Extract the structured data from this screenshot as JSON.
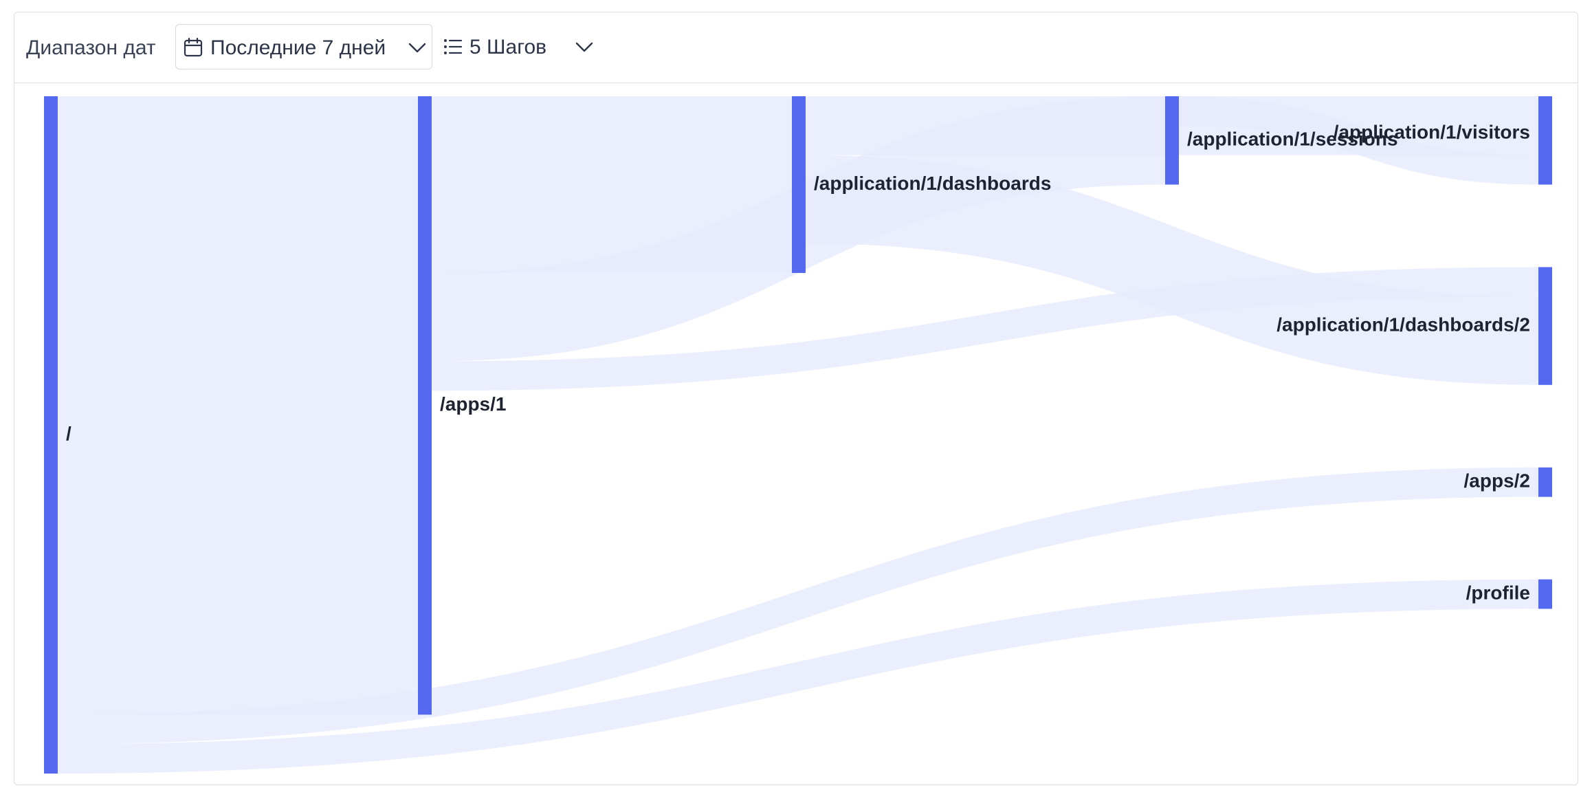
{
  "toolbar": {
    "date_range_label": "Диапазон дат",
    "date_range_value": "Последние 7 дней",
    "steps_value": "5 Шагов"
  },
  "colors": {
    "node": "#5468f0",
    "link": "#e7eafd",
    "link_dark": "#d1d7fa",
    "border": "#dcdfe4",
    "text": "#2c3448"
  },
  "icons": {
    "date_icon": "calendar-icon",
    "date_chevron": "chevron-down-icon",
    "steps_icon": "list-icon",
    "steps_chevron": "chevron-down-icon"
  },
  "chart_data": {
    "type": "sankey",
    "steps": 5,
    "nodes": [
      {
        "id": "root",
        "label": "/",
        "step": 1
      },
      {
        "id": "apps1",
        "label": "/apps/1",
        "step": 2
      },
      {
        "id": "dash",
        "label": "/application/1/dashboards",
        "step": 3
      },
      {
        "id": "sessions",
        "label": "/application/1/sessions",
        "step": 4
      },
      {
        "id": "visitors",
        "label": "/application/1/visitors",
        "step": 5
      },
      {
        "id": "dash2",
        "label": "/application/1/dashboards/2",
        "step": 5
      },
      {
        "id": "apps2",
        "label": "/apps/2",
        "step": 5
      },
      {
        "id": "profile",
        "label": "/profile",
        "step": 5
      }
    ],
    "links": [
      {
        "source": "root",
        "target": "apps1",
        "value": 21
      },
      {
        "source": "root",
        "target": "apps2",
        "value": 1
      },
      {
        "source": "root",
        "target": "profile",
        "value": 1
      },
      {
        "source": "apps1",
        "target": "dash",
        "value": 6
      },
      {
        "source": "apps1",
        "target": "sessions",
        "value": 3
      },
      {
        "source": "apps1",
        "target": "dash2",
        "value": 1
      },
      {
        "source": "dash",
        "target": "visitors",
        "value": 2
      },
      {
        "source": "dash",
        "target": "dash2",
        "value": 3
      },
      {
        "source": "sessions",
        "target": "visitors",
        "value": 1
      }
    ]
  }
}
